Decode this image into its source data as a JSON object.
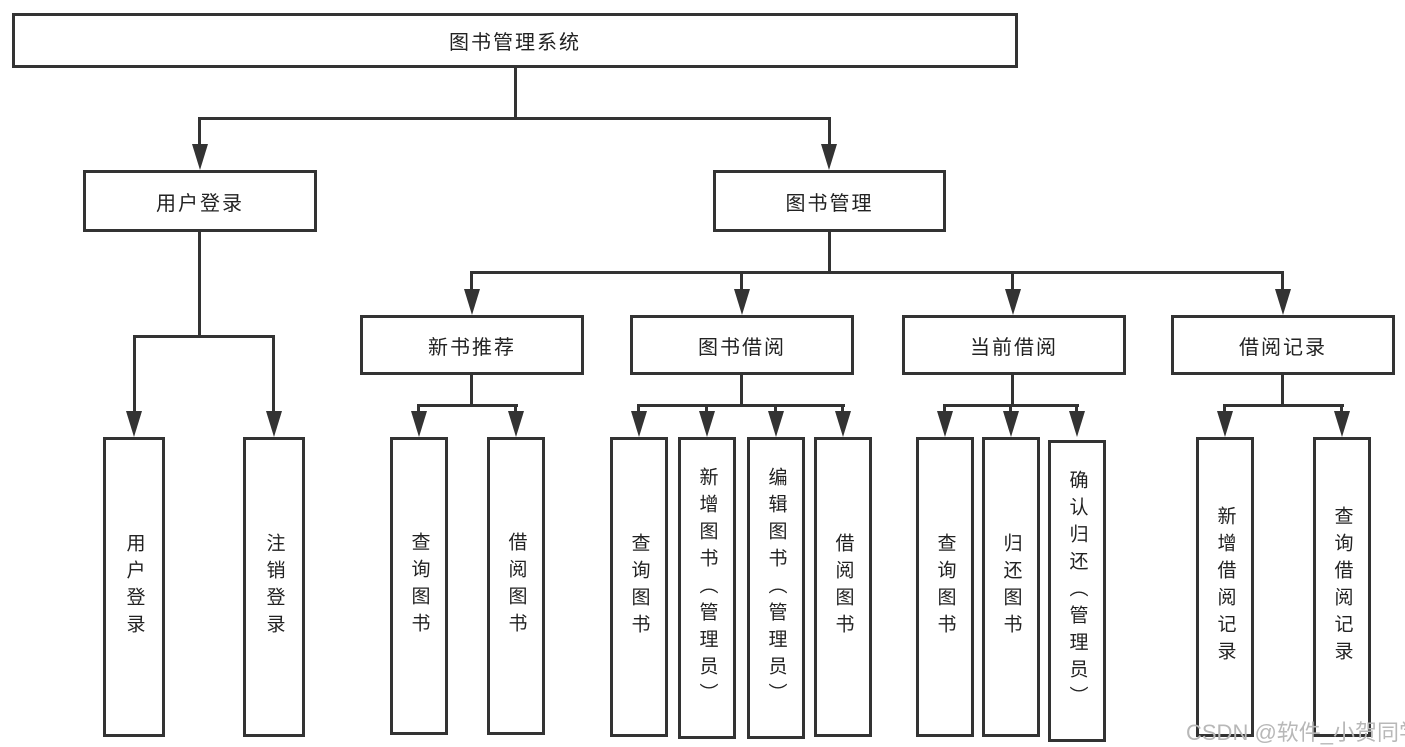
{
  "diagram": {
    "type": "hierarchy-tree",
    "root": "图书管理系统",
    "level1": [
      "用户登录",
      "图书管理"
    ],
    "level2": [
      "新书推荐",
      "图书借阅",
      "当前借阅",
      "借阅记录"
    ],
    "leaves_user_login": [
      "用户登录",
      "注销登录"
    ],
    "leaves_new_books": [
      "查询图书",
      "借阅图书"
    ],
    "leaves_book_borrow": [
      "查询图书",
      "新增图书（管理员）",
      "编辑图书（管理员）",
      "借阅图书"
    ],
    "leaves_current_borrow": [
      "查询图书",
      "归还图书",
      "确认归还（管理员）"
    ],
    "leaves_borrow_records": [
      "新增借阅记录",
      "查询借阅记录"
    ]
  },
  "watermark": "CSDN @软件_小贺同学",
  "colors": {
    "line": "#333333",
    "text": "#222222",
    "watermark": "#b8b8b8",
    "background": "#ffffff"
  }
}
